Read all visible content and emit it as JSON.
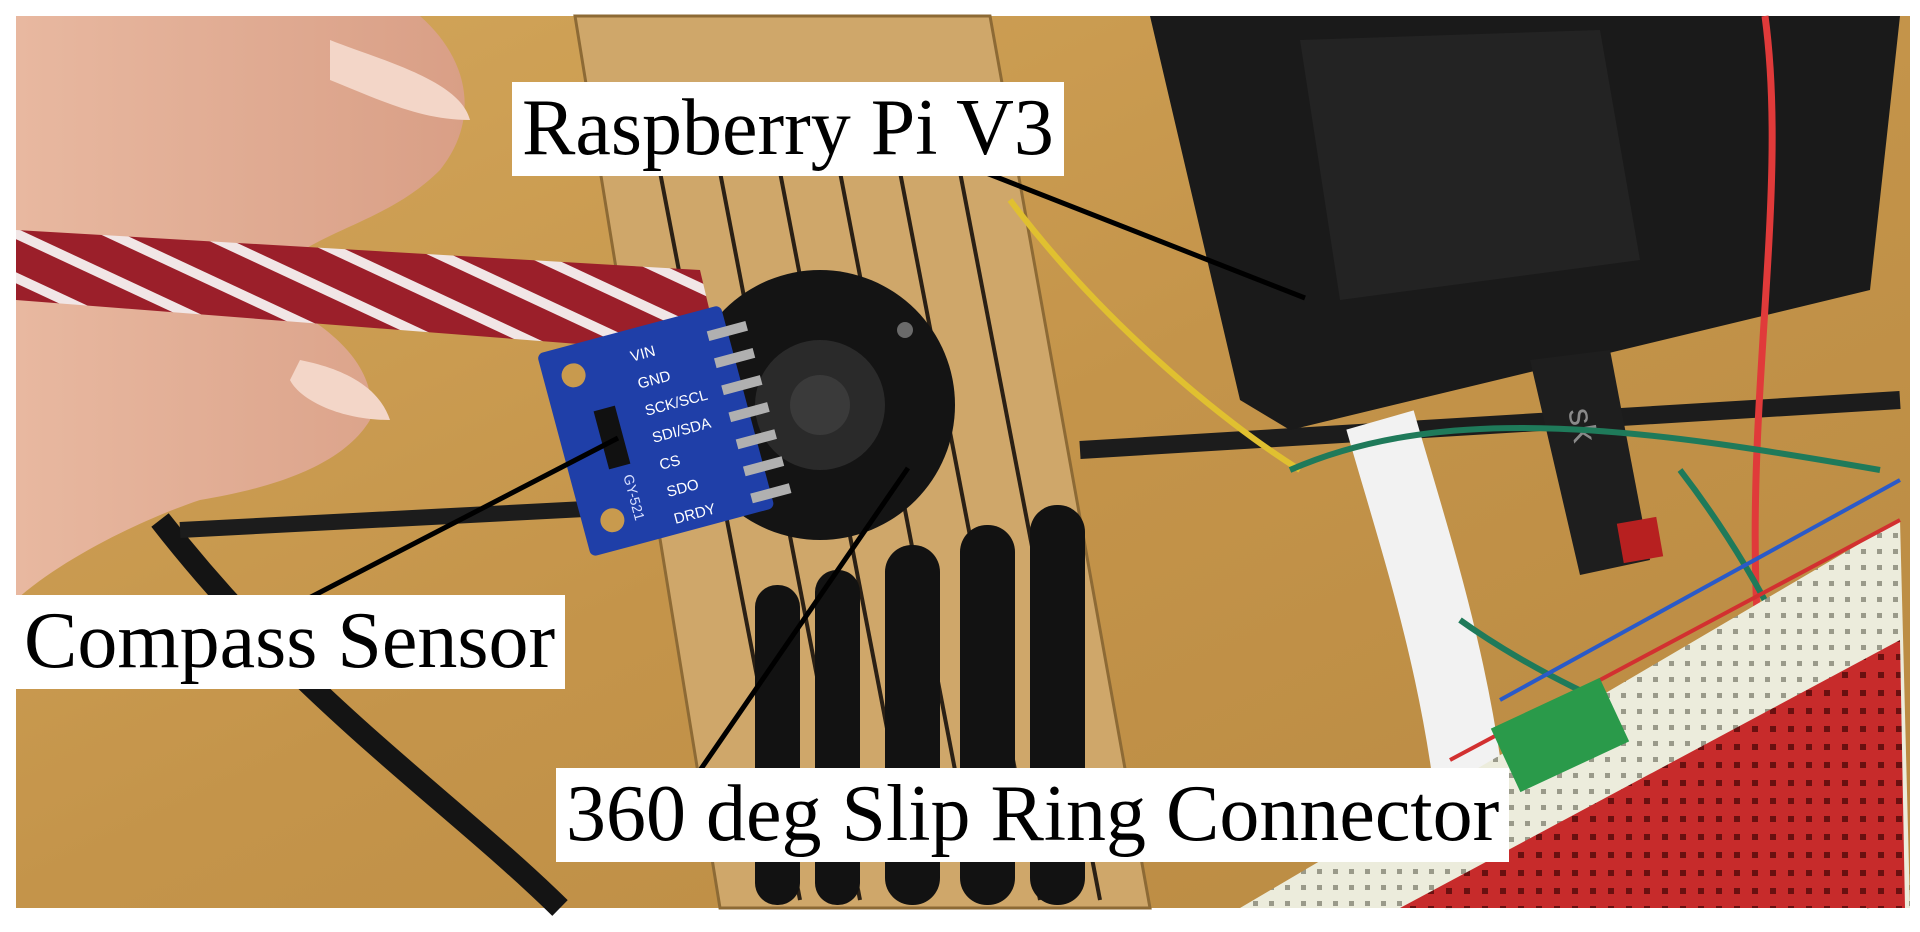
{
  "labels": {
    "raspberry_pi": "Raspberry Pi V3",
    "compass_sensor": "Compass Sensor",
    "slip_ring": "360 deg Slip Ring Connector"
  },
  "sensor_pins": [
    "VIN",
    "GND",
    "SCK/SCL",
    "SDI/SDA",
    "CS",
    "SDO",
    "DRDY"
  ],
  "sensor_board_text": "GY-521",
  "usb_drive_text": "sk",
  "colors": {
    "table_wood": "#c89a4e",
    "sensor_board": "#1f3fa8",
    "pi_case": "#1a1a1a",
    "breadboard": "#ececdc",
    "ribbon_cable": "#9b1f2a",
    "label_bg": "#ffffff"
  }
}
